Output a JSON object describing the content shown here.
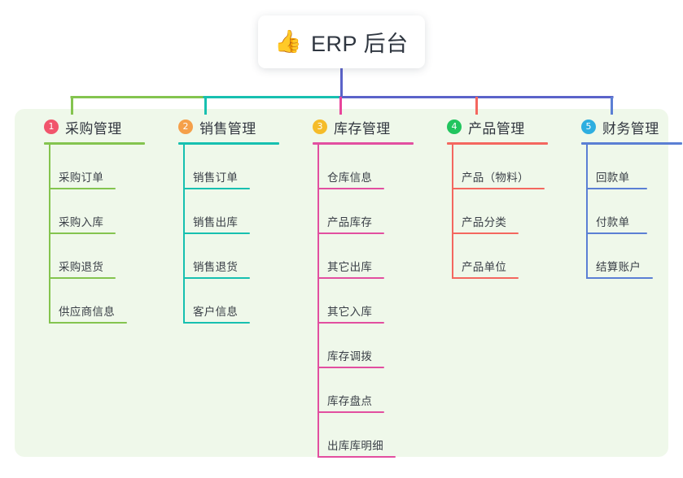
{
  "diagram": {
    "type": "mindmap-tree",
    "root": {
      "emoji_icon": "thumbs-up-icon",
      "emoji": "👍",
      "label": "ERP 后台"
    },
    "palette": {
      "panel_background": "#eff8ea",
      "page_background": "#ffffff",
      "title_text": "#2f3640",
      "leaf_text": "#3a3f47",
      "bus_green": "#7ec04b",
      "bus_teal": "#15bfae",
      "bus_purple": "#5b63c9"
    },
    "columns": [
      {
        "index": "1",
        "badge_number": "1",
        "badge_color": "#f1556c",
        "line_color": "#84c44f",
        "stem_color": "#84c44f",
        "title": "采购管理",
        "leaves": [
          {
            "label": "采购订单",
            "width": 82
          },
          {
            "label": "采购入库",
            "width": 82
          },
          {
            "label": "采购退货",
            "width": 82
          },
          {
            "label": "供应商信息",
            "width": 96
          }
        ]
      },
      {
        "index": "2",
        "badge_number": "2",
        "badge_color": "#f5a04a",
        "line_color": "#17c0b0",
        "stem_color": "#17c0b0",
        "title": "销售管理",
        "leaves": [
          {
            "label": "销售订单",
            "width": 82
          },
          {
            "label": "销售出库",
            "width": 82
          },
          {
            "label": "销售退货",
            "width": 82
          },
          {
            "label": "客户信息",
            "width": 82
          }
        ]
      },
      {
        "index": "3",
        "badge_number": "3",
        "badge_color": "#f5bc2a",
        "line_color": "#e24fa0",
        "stem_color": "#e8459b",
        "title": "库存管理",
        "leaves": [
          {
            "label": "仓库信息",
            "width": 82
          },
          {
            "label": "产品库存",
            "width": 82
          },
          {
            "label": "其它出库",
            "width": 82
          },
          {
            "label": "其它入库",
            "width": 82
          },
          {
            "label": "库存调拨",
            "width": 82
          },
          {
            "label": "库存盘点",
            "width": 82
          },
          {
            "label": "出库库明细",
            "width": 96
          }
        ]
      },
      {
        "index": "4",
        "badge_number": "4",
        "badge_color": "#22c55e",
        "line_color": "#f4675f",
        "stem_color": "#f4675f",
        "title": "产品管理",
        "leaves": [
          {
            "label": "产品（物料）",
            "width": 114
          },
          {
            "label": "产品分类",
            "width": 82
          },
          {
            "label": "产品单位",
            "width": 82
          }
        ]
      },
      {
        "index": "5",
        "badge_number": "5",
        "badge_color": "#2eaee0",
        "line_color": "#5b7fd4",
        "stem_color": "#5b7fd4",
        "title": "财务管理",
        "leaves": [
          {
            "label": "回款单",
            "width": 75
          },
          {
            "label": "付款单",
            "width": 75
          },
          {
            "label": "结算账户",
            "width": 82
          }
        ]
      }
    ]
  }
}
